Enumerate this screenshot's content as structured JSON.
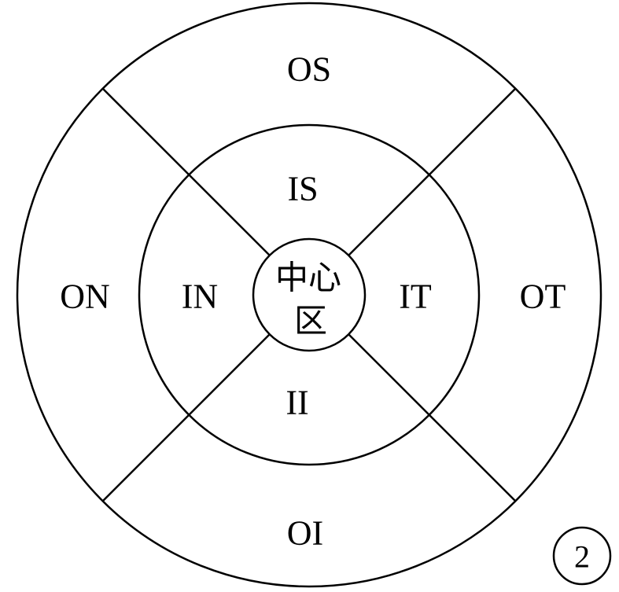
{
  "diagram": {
    "outer_regions": {
      "superior": "OS",
      "nasal": "ON",
      "temporal": "OT",
      "inferior": "OI"
    },
    "inner_regions": {
      "superior": "IS",
      "nasal": "IN",
      "temporal": "IT",
      "inferior": "II"
    },
    "center": {
      "line1": "中心",
      "line2": "区"
    },
    "figure_number": "2"
  }
}
